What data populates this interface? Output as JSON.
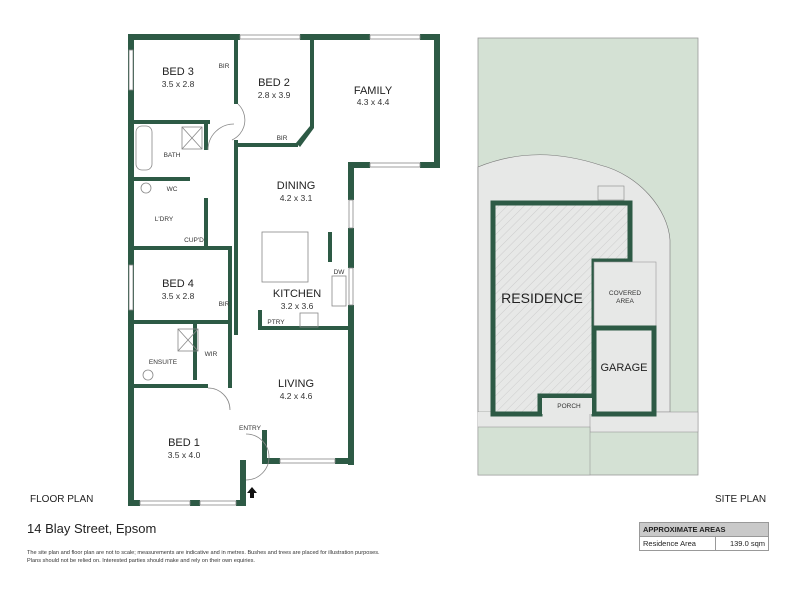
{
  "floor_plan": {
    "title": "FLOOR PLAN",
    "rooms": {
      "bed3": {
        "name": "BED 3",
        "dim": "3.5 x 2.8"
      },
      "bed2": {
        "name": "BED 2",
        "dim": "2.8 x 3.9"
      },
      "family": {
        "name": "FAMILY",
        "dim": "4.3 x 4.4"
      },
      "dining": {
        "name": "DINING",
        "dim": "4.2 x 3.1"
      },
      "kitchen": {
        "name": "KITCHEN",
        "dim": "3.2 x 3.6"
      },
      "bed4": {
        "name": "BED 4",
        "dim": "3.5 x 2.8"
      },
      "living": {
        "name": "LIVING",
        "dim": "4.2 x 4.6"
      },
      "bed1": {
        "name": "BED 1",
        "dim": "3.5 x 4.0"
      }
    },
    "small_labels": {
      "bir1": "BIR",
      "bir2": "BIR",
      "bir3": "BIR",
      "bath": "BATH",
      "wc": "WC",
      "laundry": "L'DRY",
      "cupboard": "CUP'D",
      "ensuite": "ENSUITE",
      "wir": "WIR",
      "dw": "DW",
      "pantry": "PTRY",
      "entry": "ENTRY"
    }
  },
  "site_plan": {
    "title": "SITE PLAN",
    "residence": "RESIDENCE",
    "covered_area_1": "COVERED",
    "covered_area_2": "AREA",
    "garage": "GARAGE",
    "porch": "PORCH"
  },
  "address": "14 Blay Street, Epsom",
  "disclaimer": {
    "line1": "The site plan and floor plan are not to scale; measurements are indicative and in metres. Bushes and trees are placed for illustration purposes.",
    "line2": "Plans should not be relied on. Interested parties should make and rely on their own equiries."
  },
  "areas_table": {
    "header": "APPROXIMATE AREAS",
    "rows": [
      {
        "label": "Residence Area",
        "value": "139.0 sqm"
      }
    ]
  },
  "colors": {
    "wall": "#2d5a45",
    "lawn": "#d4e1d4",
    "paving": "#e7e8e7"
  }
}
